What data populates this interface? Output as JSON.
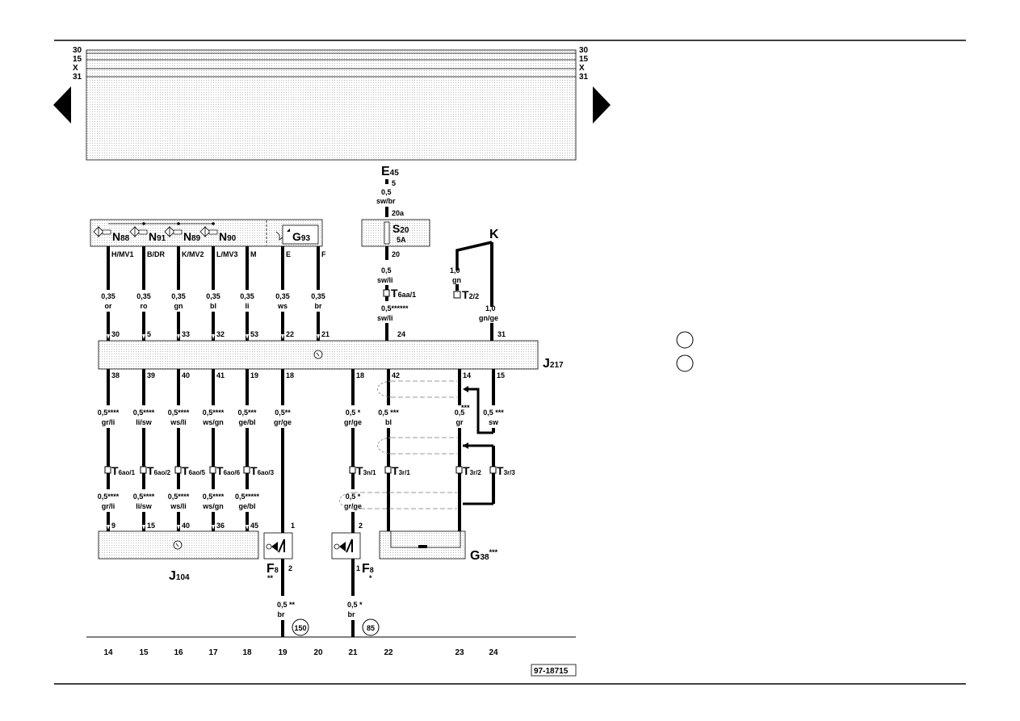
{
  "rails": [
    "30",
    "15",
    "X",
    "31"
  ],
  "components": {
    "E45": {
      "letter": "E",
      "sub": "45"
    },
    "S20": {
      "letter": "S",
      "sub": "20",
      "rating": "5A"
    },
    "K": {
      "letter": "K",
      "sub": ""
    },
    "N88": {
      "letter": "N",
      "sub": "88"
    },
    "N91": {
      "letter": "N",
      "sub": "91"
    },
    "N89": {
      "letter": "N",
      "sub": "89"
    },
    "N90": {
      "letter": "N",
      "sub": "90"
    },
    "G93": {
      "letter": "G",
      "sub": "93"
    },
    "J217": {
      "letter": "J",
      "sub": "217"
    },
    "J104": {
      "letter": "J",
      "sub": "104"
    },
    "G38": {
      "letter": "G",
      "sub": "38",
      "sup": "***"
    },
    "F8a": {
      "letter": "F",
      "sub": "8",
      "note": "**"
    },
    "F8b": {
      "letter": "F",
      "sub": "8",
      "note": "*"
    }
  },
  "module_labels": [
    "H/MV1",
    "B/DR",
    "K/MV2",
    "L/MV3",
    "M",
    "E",
    "F"
  ],
  "upper_wires": [
    {
      "size": "0,35",
      "color": "or",
      "pin": "30"
    },
    {
      "size": "0,35",
      "color": "ro",
      "pin": "5"
    },
    {
      "size": "0,35",
      "color": "gn",
      "pin": "33"
    },
    {
      "size": "0,35",
      "color": "bl",
      "pin": "32"
    },
    {
      "size": "0,35",
      "color": "li",
      "pin": "53"
    },
    {
      "size": "0,35",
      "color": "ws",
      "pin": "22"
    },
    {
      "size": "0,35",
      "color": "br",
      "pin": "21"
    }
  ],
  "center_wire": {
    "e45_pin": "5",
    "e45_size": "0,5",
    "e45_color": "sw/br",
    "s20_in": "20a",
    "s20_out": "20",
    "size1": "0,5",
    "color1": "sw/li",
    "connector": {
      "letter": "T",
      "sub": "6aa/1"
    },
    "size2": "0,5******",
    "color2": "sw/li",
    "pin": "24"
  },
  "k_wire": {
    "size1": "1,0",
    "color1": "gn",
    "connector": {
      "letter": "T",
      "sub": "2/2"
    },
    "size2": "1,0",
    "color2": "gn/ge",
    "pin": "31"
  },
  "lower_pins": [
    "38",
    "39",
    "40",
    "41",
    "19",
    "18",
    "18",
    "42",
    "14",
    "15"
  ],
  "lower_wires": [
    {
      "size": "0,5****",
      "color": "gr/li"
    },
    {
      "size": "0,5****",
      "color": "li/sw"
    },
    {
      "size": "0,5****",
      "color": "ws/li"
    },
    {
      "size": "0,5****",
      "color": "ws/gn"
    },
    {
      "size": "0,5***",
      "color": "ge/bl"
    },
    {
      "size": "0,5**",
      "color": "gr/ge"
    },
    {
      "size": "0,5 *",
      "color": "gr/ge"
    },
    {
      "size": "0,5 ***",
      "color": "bl"
    },
    {
      "size": "0,5",
      "color": "gr",
      "extra": "***"
    },
    {
      "size": "0,5 ***",
      "color": "sw"
    }
  ],
  "connectors": [
    {
      "letter": "T",
      "sub": "6ao/1"
    },
    {
      "letter": "T",
      "sub": "6ao/2"
    },
    {
      "letter": "T",
      "sub": "6ao/5"
    },
    {
      "letter": "T",
      "sub": "6ao/6"
    },
    {
      "letter": "T",
      "sub": "6ao/3"
    },
    {
      "letter": "T",
      "sub": "3n/1"
    },
    {
      "letter": "T",
      "sub": "3r/1"
    },
    {
      "letter": "T",
      "sub": "3r/2"
    },
    {
      "letter": "T",
      "sub": "3r/3"
    }
  ],
  "j104_wires": [
    {
      "size": "0,5****",
      "color": "gr/li",
      "pin": "9"
    },
    {
      "size": "0,5****",
      "color": "li/sw",
      "pin": "15"
    },
    {
      "size": "0,5****",
      "color": "ws/li",
      "pin": "40"
    },
    {
      "size": "0,5****",
      "color": "ws/gn",
      "pin": "36"
    },
    {
      "size": "0,5*****",
      "color": "ge/bl",
      "pin": "45"
    }
  ],
  "f8_pins": {
    "a_in": "1",
    "a_out": "2",
    "b_in": "2",
    "b_out": "1"
  },
  "lower_second": {
    "size": "0,5 *",
    "color": "gr/ge"
  },
  "bottom_wires": [
    {
      "size": "0,5 **",
      "color": "br",
      "ref": "150"
    },
    {
      "size": "0,5 *",
      "color": "br",
      "ref": "85"
    }
  ],
  "columns": [
    "14",
    "15",
    "16",
    "17",
    "18",
    "19",
    "20",
    "21",
    "22",
    "23",
    "24"
  ],
  "code": "97-18715"
}
